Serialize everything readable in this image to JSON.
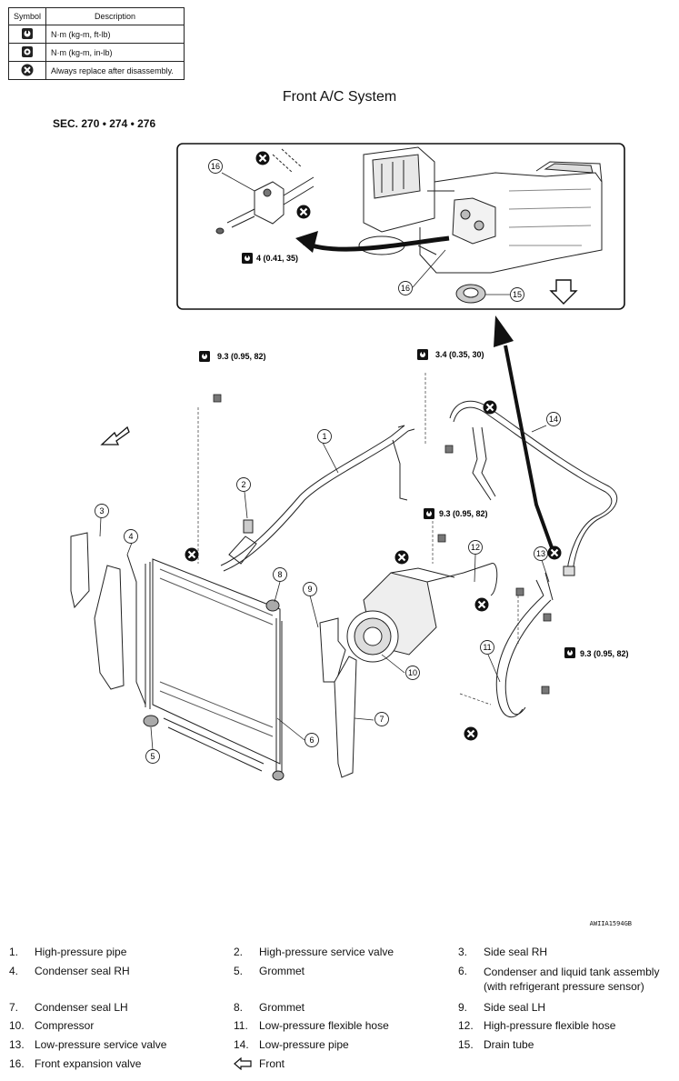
{
  "legend": {
    "header_symbol": "Symbol",
    "header_description": "Description",
    "rows": [
      {
        "icon": "torque-wrench-icon",
        "text": "N·m (kg-m, ft-lb)"
      },
      {
        "icon": "torque-wrench-inlb-icon",
        "text": "N·m (kg-m, in-lb)"
      },
      {
        "icon": "replace-icon",
        "text": "Always replace after disassembly."
      }
    ]
  },
  "title": "Front A/C System",
  "section": "SEC. 270 • 274 • 276",
  "torque_labels": {
    "t_inset": "4 (0.41, 35)",
    "t_left": "9.3 (0.95, 82)",
    "t_top": "3.4 (0.35, 30)",
    "t_mid": "9.3 (0.95, 82)",
    "t_right": "9.3 (0.95, 82)"
  },
  "callouts": {
    "c16a": "16",
    "c16b": "16",
    "c15": "15",
    "c14": "14",
    "c1": "1",
    "c2": "2",
    "c3": "3",
    "c4": "4",
    "c8": "8",
    "c9": "9",
    "c12": "12",
    "c13": "13",
    "c11": "11",
    "c10": "10",
    "c7": "7",
    "c6": "6",
    "c5": "5"
  },
  "figure_code": "AWIIA1594GB",
  "parts": [
    {
      "num": "1.",
      "name": "High-pressure pipe"
    },
    {
      "num": "2.",
      "name": "High-pressure service valve"
    },
    {
      "num": "3.",
      "name": "Side seal RH"
    },
    {
      "num": "4.",
      "name": "Condenser seal RH"
    },
    {
      "num": "5.",
      "name": "Grommet"
    },
    {
      "num": "6.",
      "name": "Condenser and liquid tank assembly (with refrigerant pressure sensor)"
    },
    {
      "num": "7.",
      "name": "Condenser seal LH"
    },
    {
      "num": "8.",
      "name": "Grommet"
    },
    {
      "num": "9.",
      "name": "Side seal LH"
    },
    {
      "num": "10.",
      "name": "Compressor"
    },
    {
      "num": "11.",
      "name": "Low-pressure flexible hose"
    },
    {
      "num": "12.",
      "name": "High-pressure flexible hose"
    },
    {
      "num": "13.",
      "name": "Low-pressure service valve"
    },
    {
      "num": "14.",
      "name": "Low-pressure pipe"
    },
    {
      "num": "15.",
      "name": "Drain tube"
    },
    {
      "num": "16.",
      "name": "Front expansion valve"
    },
    {
      "num": "",
      "name": "Front",
      "icon": "front-arrow-icon"
    }
  ]
}
